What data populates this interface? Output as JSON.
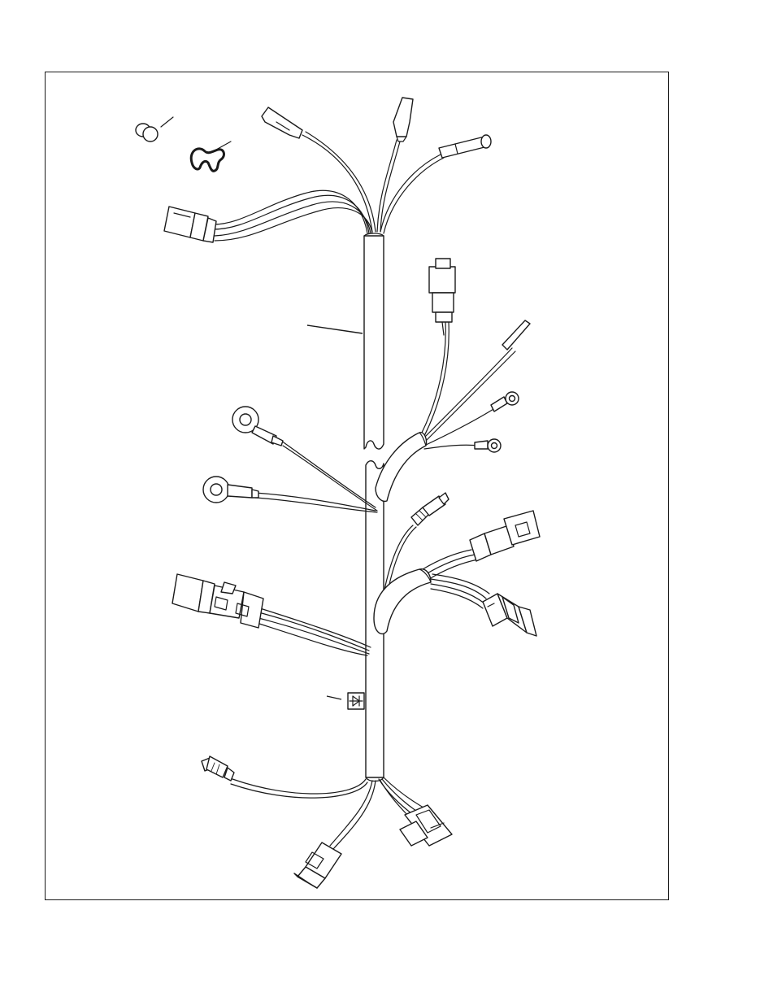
{
  "figure": {
    "kind": "wiring-harness-exploded-view",
    "line_color": "#1a1a1a",
    "background_color": "#ffffff",
    "components": [
      "grommet",
      "harness-clip",
      "spade-terminal-left",
      "spade-terminal-top",
      "bullet-connector",
      "multi-pin-connector-upper-left",
      "main-conduit-upper",
      "two-pin-connector-right",
      "loose-lead",
      "ring-terminal-small-upper",
      "ring-terminal-small-lower",
      "ring-terminal-large-upper",
      "ring-terminal-large-lower",
      "sensor-plug",
      "square-connector-right",
      "round-connector-right",
      "dual-connector-left",
      "diode",
      "main-conduit-lower",
      "sensor-lower-left",
      "round-connector-bottom",
      "square-connector-bottom"
    ]
  }
}
